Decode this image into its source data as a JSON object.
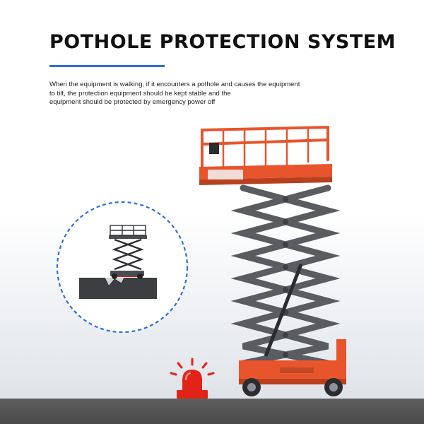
{
  "page": {
    "title": "POTHOLE PROTECTION SYSTEM",
    "description_lines": [
      "When the equipment is walking, if it encounters a pothole and causes the equipment",
      "to tilt, the protection equipment should be kept stable and the",
      "equipment should be protected by emergency power off"
    ]
  },
  "colors": {
    "accent_blue": "#2f6fd6",
    "lift_orange": "#e8552c",
    "scissor_gray": "#5a5c60",
    "beacon_red": "#e2231a",
    "ground_gray": "#4f4f4f"
  },
  "icons": {
    "lift": "scissor-lift-illustration",
    "inset": "pothole-detail-inset",
    "beacon": "red-warning-beacon-icon"
  }
}
